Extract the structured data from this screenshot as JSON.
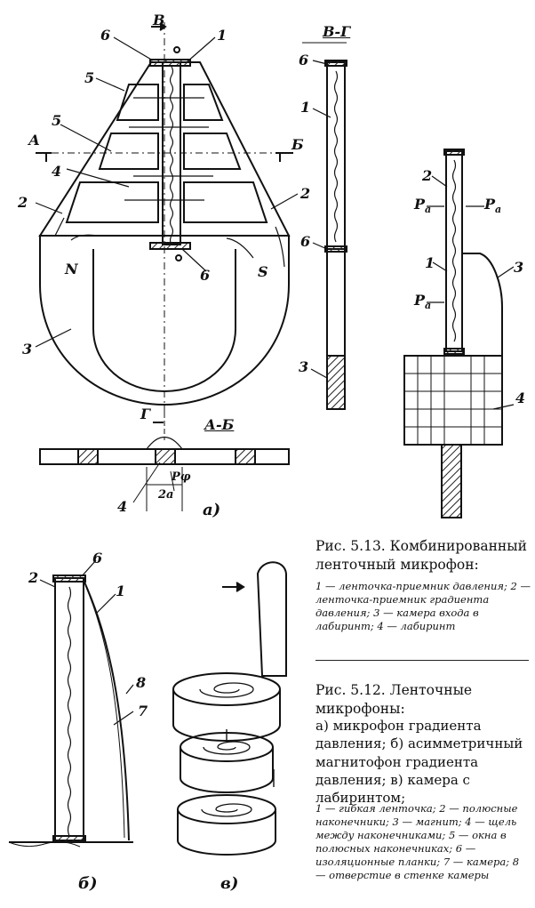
{
  "labels": {
    "fig_a": "а)",
    "fig_b": "б)",
    "fig_v": "в)",
    "sec_vg": "В-Г",
    "sec_ab": "А-Б",
    "mark_v": "В",
    "mark_a": "А",
    "mark_b": "Б",
    "mark_g": "Г",
    "pole_n": "N",
    "pole_s": "S",
    "pa1": "P",
    "pa1s": "a",
    "pa2": "P",
    "pa2s": "a",
    "pa3": "P",
    "pa3s": "a",
    "p_phi": "Pφ",
    "two_a": "2a",
    "n1": "1",
    "n2": "2",
    "n3": "3",
    "n4": "4",
    "n5": "5",
    "n6": "6",
    "n7": "7",
    "n8": "8"
  },
  "caption_513": {
    "title": "Рис. 5.13. Комбинированный ленточный микрофон:",
    "legend": "1 — ленточка-приемник давления; 2 — ленточка-приемник градиента давления; 3 — камера входа в лабиринт; 4 — лабиринт"
  },
  "caption_512": {
    "title": "Рис. 5.12. Ленточные микрофоны:",
    "items": "а) микрофон градиента давления; б) асимметричный магнитофон градиента давления; в) камера с лабиринтом;",
    "legend": "1 — гибкая ленточка; 2 — полюсные наконечники; 3 — магнит; 4 — щель между наконечниками; 5 — окна в полюсных наконечниках; 6 — изоляционные планки; 7 — камера; 8 — отверстие в стенке камеры"
  }
}
